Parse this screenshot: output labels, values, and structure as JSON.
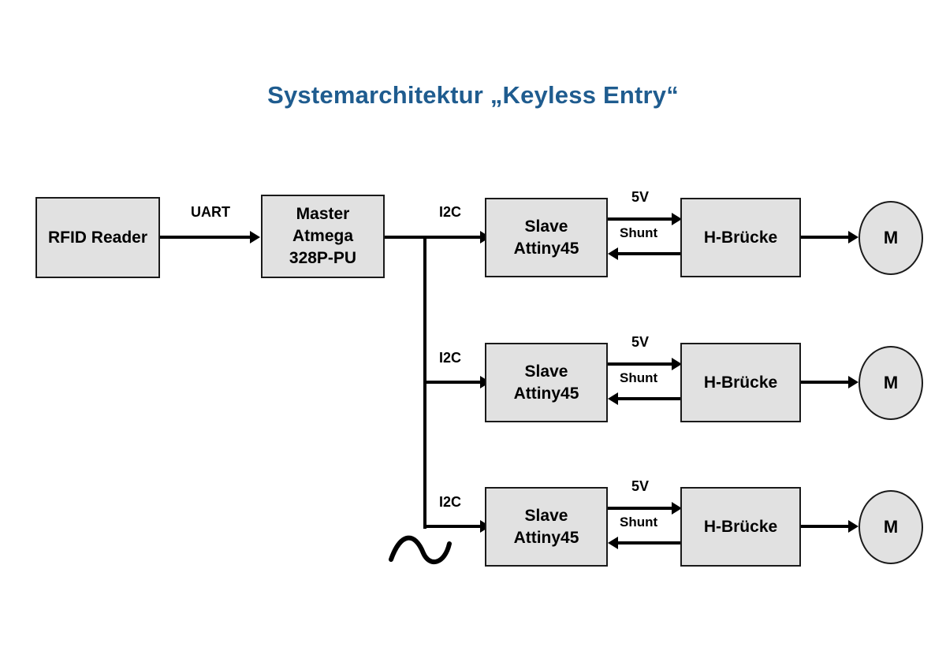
{
  "page": {
    "title": "Systemarchitektur „Keyless Entry“",
    "background_color": "#ffffff",
    "title_color": "#1f5c8f",
    "box_fill_color": "#e1e1e1",
    "box_border_color": "#1a1a1a",
    "line_color": "#000000"
  },
  "nodes": {
    "rfid_reader": {
      "label": "RFID Reader"
    },
    "master": {
      "line1": "Master",
      "line2": "Atmega",
      "line3": "328P-PU"
    },
    "slave1": {
      "line1": "Slave",
      "line2": "Attiny45"
    },
    "slave2": {
      "line1": "Slave",
      "line2": "Attiny45"
    },
    "slave3": {
      "line1": "Slave",
      "line2": "Attiny45"
    },
    "hbridge1": {
      "label": "H-Brücke"
    },
    "hbridge2": {
      "label": "H-Brücke"
    },
    "hbridge3": {
      "label": "H-Brücke"
    },
    "motor1": {
      "label": "M"
    },
    "motor2": {
      "label": "M"
    },
    "motor3": {
      "label": "M"
    }
  },
  "edges": {
    "uart": {
      "label": "UART"
    },
    "i2c1": {
      "label": "I2C"
    },
    "i2c2": {
      "label": "I2C"
    },
    "i2c3": {
      "label": "I2C"
    },
    "supply1": {
      "label": "5V"
    },
    "supply2": {
      "label": "5V"
    },
    "supply3": {
      "label": "5V"
    },
    "shunt1": {
      "label": "Shunt"
    },
    "shunt2": {
      "label": "Shunt"
    },
    "shunt3": {
      "label": "Shunt"
    }
  },
  "symbols": {
    "bus_break": "squiggle-break-symbol"
  }
}
